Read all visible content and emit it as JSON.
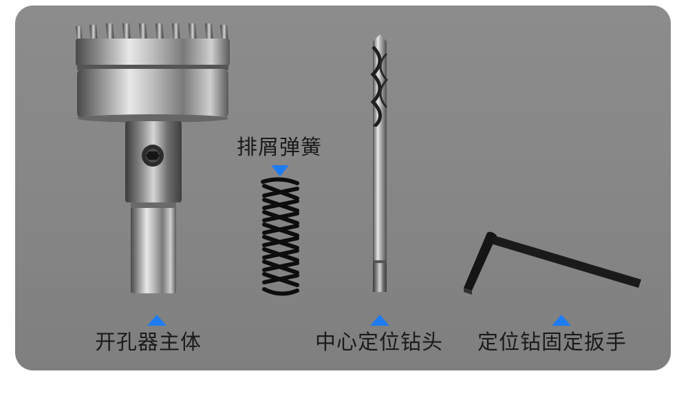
{
  "parts": {
    "hole_saw_body": {
      "label": "开孔器主体"
    },
    "ejector_spring": {
      "label": "排屑弹簧"
    },
    "center_pilot_drill": {
      "label": "中心定位钻头"
    },
    "pilot_drill_wrench": {
      "label": "定位钻固定扳手"
    }
  },
  "colors": {
    "background_panel": "#8a8a8a",
    "marker_triangle": "#1e7cf2",
    "label_text": "#1a1a1a"
  }
}
